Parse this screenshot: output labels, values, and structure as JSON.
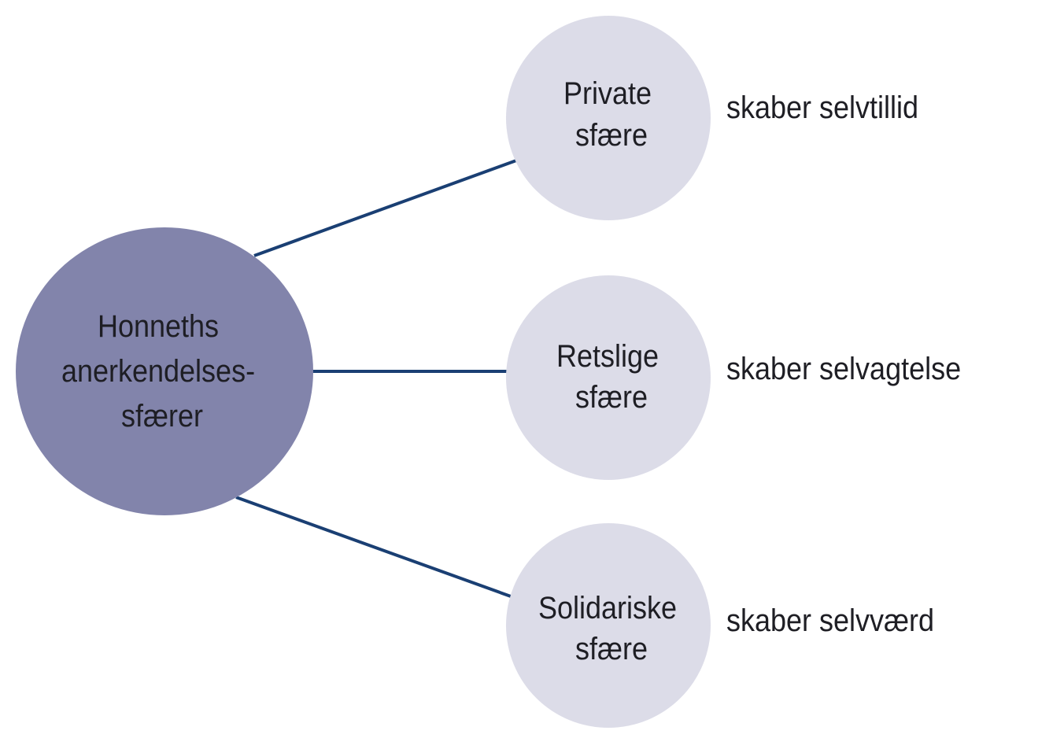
{
  "colors": {
    "hub": "#8284ab",
    "node": "#dcdce8",
    "line": "#1a3f73",
    "text": "#1e1e24"
  },
  "hub": {
    "lines": [
      "Honneths",
      "anerkendelses-",
      "sfærer"
    ]
  },
  "nodes": [
    {
      "lines": [
        "Private",
        "sfære"
      ],
      "effect": "skaber selvtillid"
    },
    {
      "lines": [
        "Retslige",
        "sfære"
      ],
      "effect": "skaber selvagtelse"
    },
    {
      "lines": [
        "Solidariske",
        "sfære"
      ],
      "effect": "skaber selvværd"
    }
  ]
}
